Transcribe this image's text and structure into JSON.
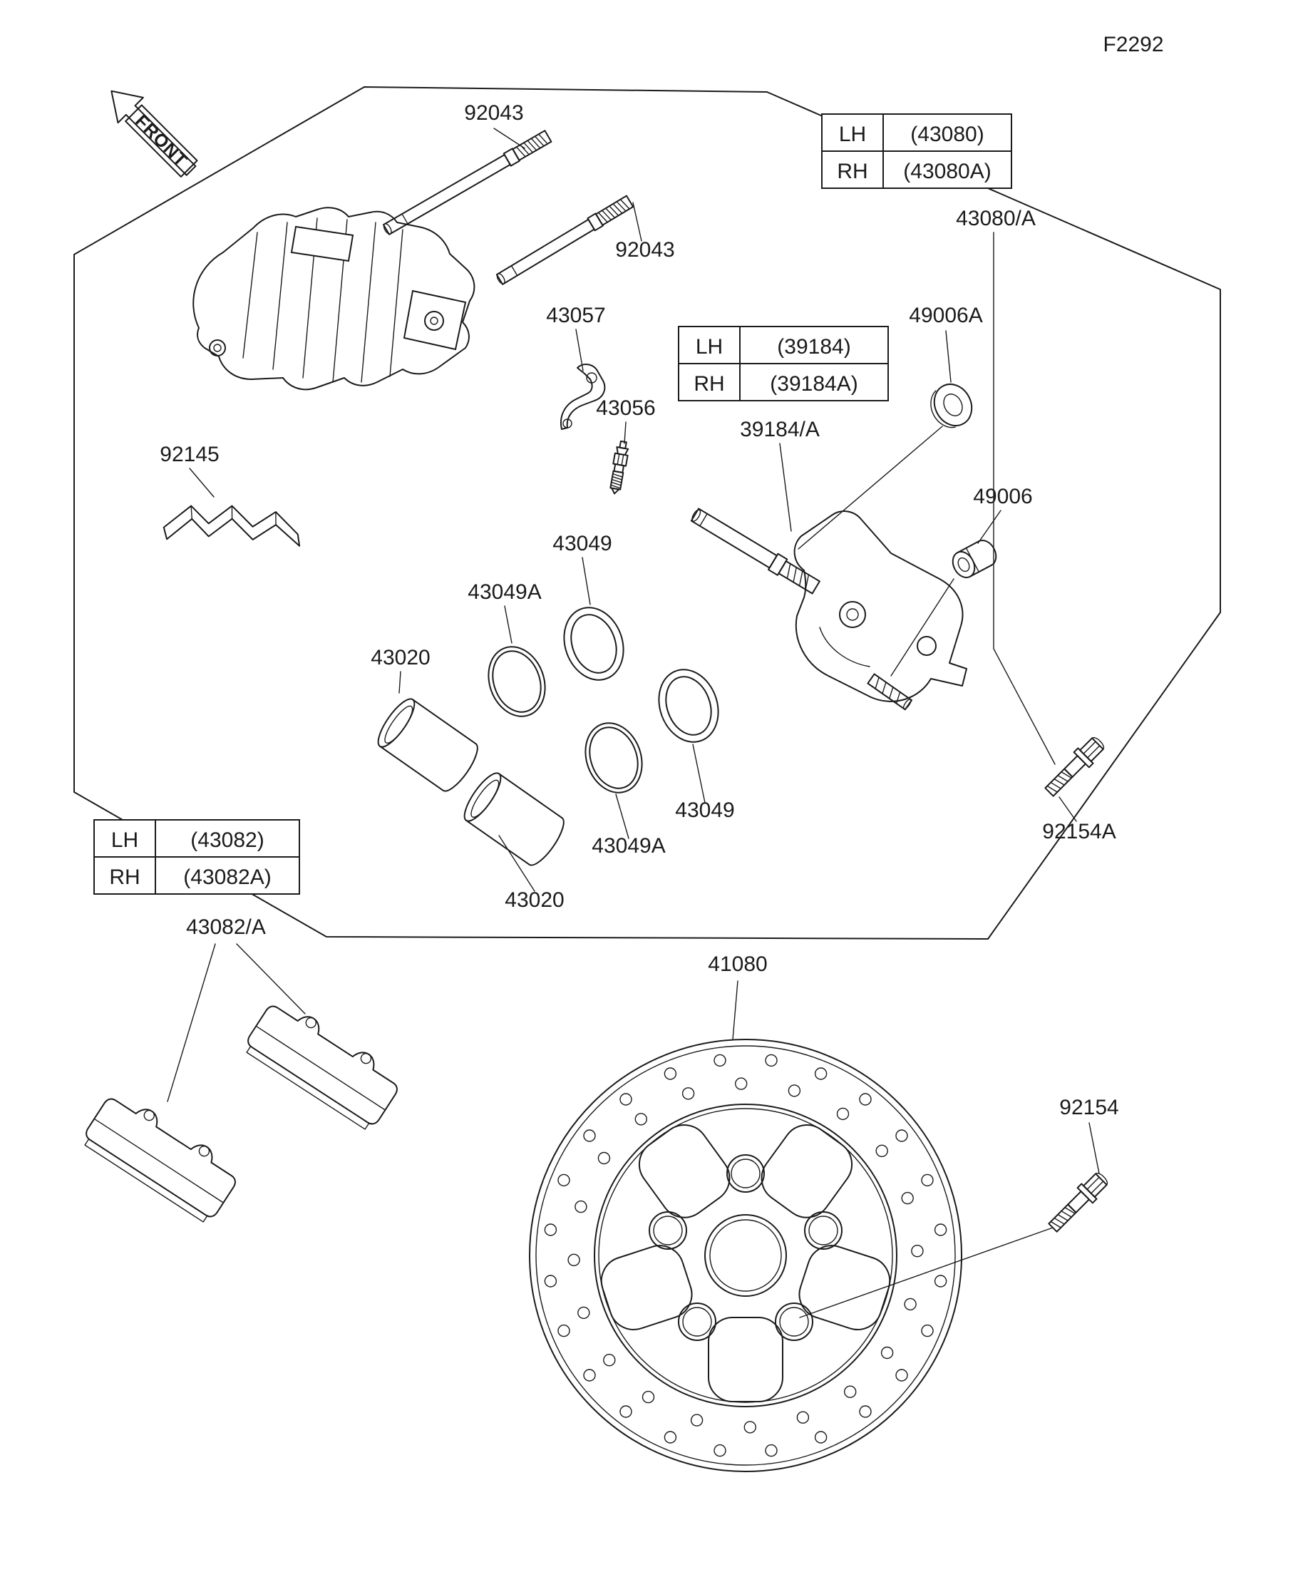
{
  "figure_code": "F2292",
  "front_label": "FRONT",
  "parts": {
    "pin1": "92043",
    "pin2": "92043",
    "caliper_assembly": "43080/A",
    "lever": "43057",
    "bleed_valve": "43056",
    "pad_spring": "92145",
    "dust_boot_a": "49006A",
    "dust_boot": "49006",
    "bracket_assembly": "39184/A",
    "seal1": "43049",
    "seal2": "43049",
    "seal_a1": "43049A",
    "seal_a2": "43049A",
    "piston1": "43020",
    "piston2": "43020",
    "flange_bolt_a": "92154A",
    "flange_bolt": "92154",
    "pad_set": "43082/A",
    "brake_disc": "41080"
  },
  "tables": {
    "caliper": {
      "rows": [
        {
          "side": "LH",
          "part": "(43080)"
        },
        {
          "side": "RH",
          "part": "(43080A)"
        }
      ]
    },
    "bracket": {
      "rows": [
        {
          "side": "LH",
          "part": "(39184)"
        },
        {
          "side": "RH",
          "part": "(39184A)"
        }
      ]
    },
    "pads": {
      "rows": [
        {
          "side": "LH",
          "part": "(43082)"
        },
        {
          "side": "RH",
          "part": "(43082A)"
        }
      ]
    }
  },
  "colors": {
    "line": "#1b1b1b",
    "background": "#ffffff"
  }
}
